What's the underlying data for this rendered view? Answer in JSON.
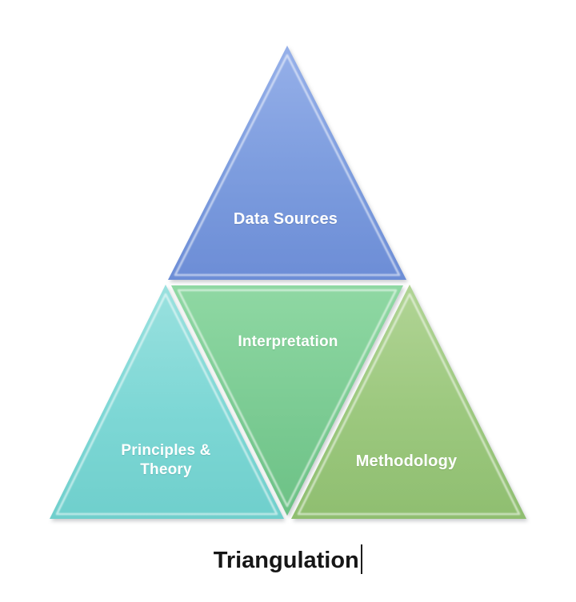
{
  "page": {
    "background": "#ffffff"
  },
  "diagram": {
    "type": "triangulation-pyramid",
    "triangles": [
      {
        "name": "data-sources",
        "label": "Data Sources",
        "position": "top",
        "fill": "#7C9CDE"
      },
      {
        "name": "interpretation",
        "label": "Interpretation",
        "position": "center-inverted",
        "fill": "#7BCB93"
      },
      {
        "name": "principles-theory",
        "label": "Principles & Theory",
        "position": "bottom-left",
        "fill": "#7DD7D5"
      },
      {
        "name": "methodology",
        "label": "Methodology",
        "position": "bottom-right",
        "fill": "#9CC87E"
      }
    ],
    "label_color": "#FFFFFF",
    "caption": {
      "text": "Triangulation",
      "color": "#161616",
      "cursor_visible": true
    }
  }
}
